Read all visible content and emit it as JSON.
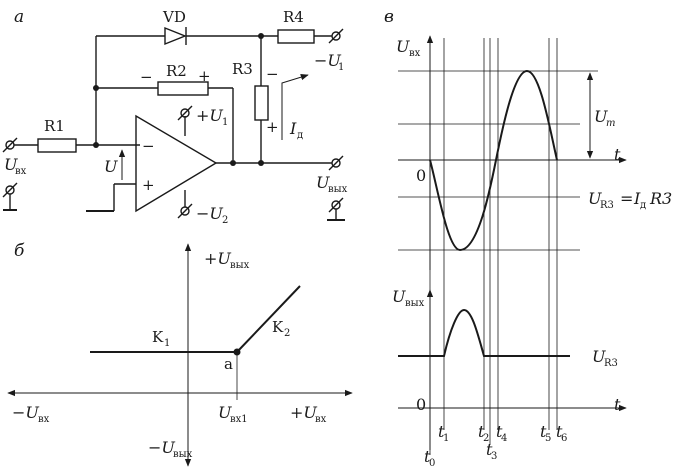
{
  "panels": {
    "a": "а",
    "b": "б",
    "v": "в"
  },
  "circuit": {
    "vd": "VD",
    "r1": "R1",
    "r2": "R2",
    "r3": "R3",
    "r4": "R4",
    "minus": "−",
    "plus": "+",
    "u_letter": "U",
    "u_in_sub": "вх",
    "u_out_sub": "вых",
    "u1_sub": "1",
    "u2_sub": "2",
    "i_letter": "I",
    "i_sub": "д",
    "pos_u1_prefix": "+",
    "neg_u1_prefix": "−",
    "neg_u2_prefix": "−"
  },
  "transfer": {
    "y_pos_prefix": "+",
    "y_neg_prefix": "−",
    "x_neg_prefix": "−",
    "x_pos_prefix": "+",
    "u": "U",
    "in_sub": "вх",
    "out_sub": "вых",
    "ux1_sub": "вх1",
    "k1": "K",
    "k1_sub": "1",
    "k2": "K",
    "k2_sub": "2",
    "point_a": "a"
  },
  "waveforms": {
    "u": "U",
    "in_sub": "вх",
    "out_sub": "вых",
    "t": "t",
    "zero": "0",
    "um_sub": "m",
    "r3_sub": "R3",
    "eq_rhs_i": "I",
    "eq_rhs_sub": "д",
    "eq_rhs_r": "R3",
    "eq_sign": "=",
    "ticks": [
      {
        "t": "t",
        "sub": "0"
      },
      {
        "t": "t",
        "sub": "1"
      },
      {
        "t": "t",
        "sub": "2"
      },
      {
        "t": "t",
        "sub": "3"
      },
      {
        "t": "t",
        "sub": "4"
      },
      {
        "t": "t",
        "sub": "5"
      },
      {
        "t": "t",
        "sub": "6"
      }
    ]
  }
}
